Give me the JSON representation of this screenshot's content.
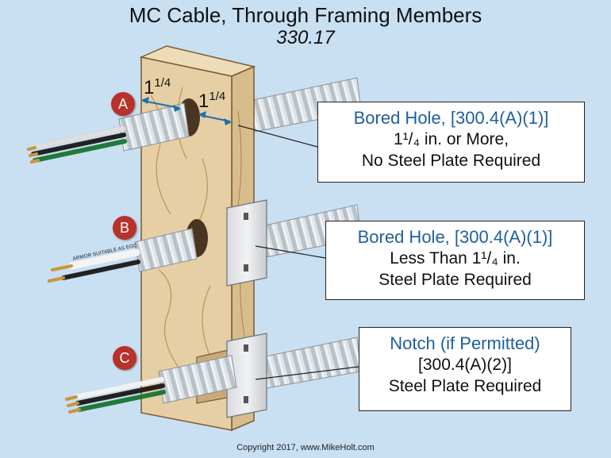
{
  "title": "MC Cable, Through Framing Members",
  "subtitle": "330.17",
  "markers": [
    "A",
    "B",
    "C"
  ],
  "dimensions": {
    "left_whole": "1",
    "left_fraction": "1/4",
    "right_whole": "1",
    "right_fraction": "1/4"
  },
  "cable_label": "ARMOR SUITABLE AS EGC",
  "callouts": [
    {
      "heading": "Bored Hole, [300.4(A)(1)]",
      "line1": "1¹/₄ in. or More,",
      "line2": "No Steel Plate Required"
    },
    {
      "heading": "Bored Hole, [300.4(A)(1)]",
      "line1": "Less Than 1¹/₄ in.",
      "line2": "Steel Plate Required"
    },
    {
      "heading": "Notch (if Permitted)",
      "line1": "[300.4(A)(2)]",
      "line2": "Steel Plate Required"
    }
  ],
  "copyright": "Copyright 2017, www.MikeHolt.com",
  "colors": {
    "background": "#c9dff2",
    "wood": "#e6cfa4",
    "marker": "#b8312a",
    "heading": "#1f5f9e",
    "armor": "#dde3e8"
  }
}
